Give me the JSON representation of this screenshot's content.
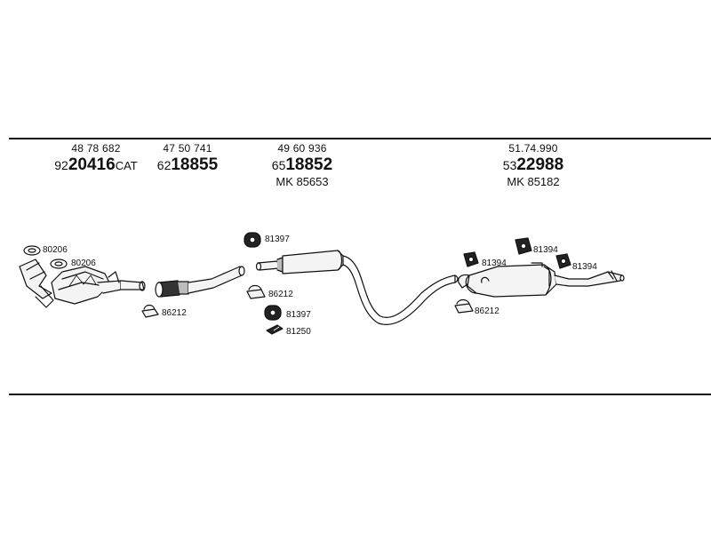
{
  "headers": [
    {
      "id": "cat",
      "oem": "48 78 682",
      "prefix": "92",
      "number": "20416",
      "suffix": "CAT",
      "mk": ""
    },
    {
      "id": "front-pipe",
      "oem": "47 50 741",
      "prefix": "62",
      "number": "18855",
      "suffix": "",
      "mk": ""
    },
    {
      "id": "middle",
      "oem": "49 60 936",
      "prefix": "65",
      "number": "18852",
      "suffix": "",
      "mk": "MK  85653"
    },
    {
      "id": "rear",
      "oem": "51.74.990",
      "prefix": "53",
      "number": "22988",
      "suffix": "",
      "mk": "MK  85182"
    }
  ],
  "callouts": {
    "gasket_80206_a": "80206",
    "gasket_80206_b": "80206",
    "clamp_86212_a": "86212",
    "hanger_81397_a": "81397",
    "clamp_86212_b": "86212",
    "hanger_81397_b": "81397",
    "bolt_81250": "81250",
    "hanger_81394_a": "81394",
    "hanger_81394_b": "81394",
    "hanger_81394_c": "81394",
    "clamp_86212_c": "86212"
  },
  "colors": {
    "ink": "#111111",
    "part_fill": "#f4f4f4",
    "shade": "#bcbcbc"
  }
}
